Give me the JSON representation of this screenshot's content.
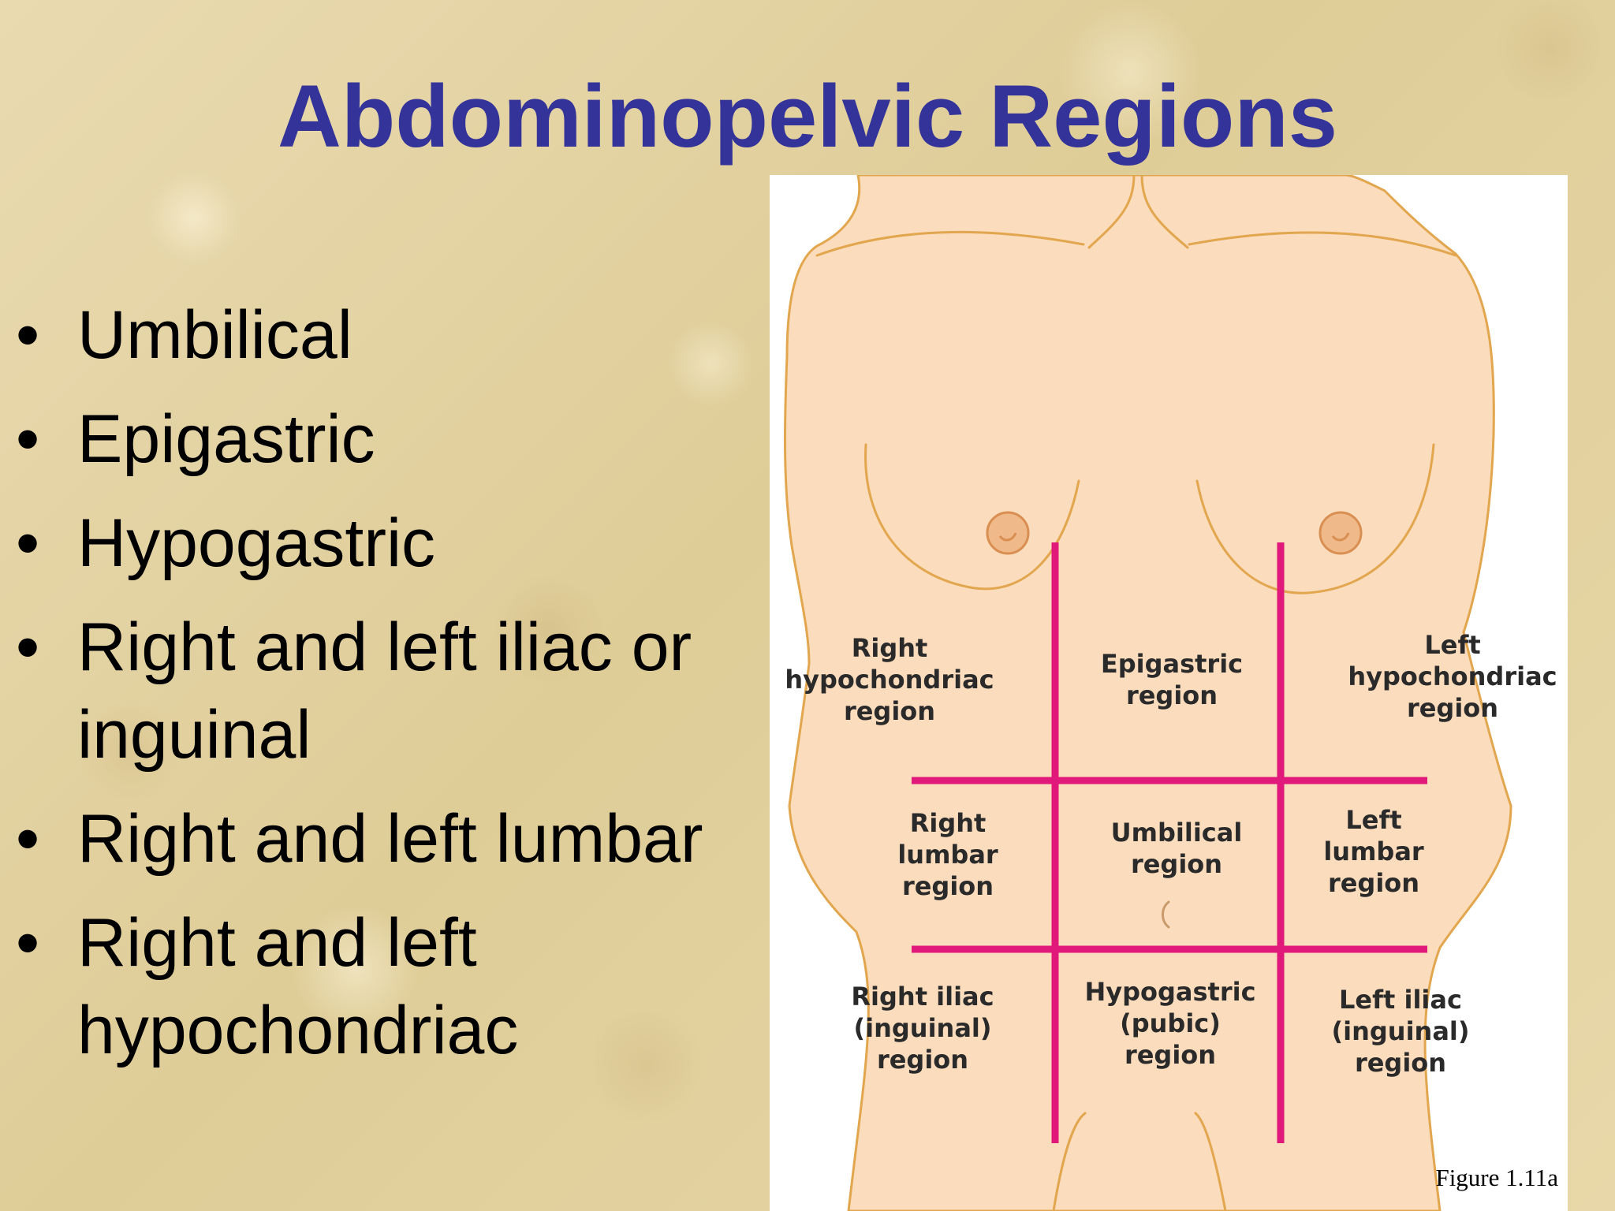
{
  "title": "Abdominopelvic Regions",
  "bullet_symbol": "•",
  "bullets": [
    "Umbilical",
    "Epigastric",
    "Hypogastric",
    "Right and left iliac or inguinal",
    "Right and left lumbar",
    "Right and left hypochondriac"
  ],
  "figure": {
    "regions": {
      "right_hypochondriac": "Right\nhypochondriac\nregion",
      "epigastric": "Epigastric\nregion",
      "left_hypochondriac": "Left\nhypochondriac\nregion",
      "right_lumbar": "Right\nlumbar\nregion",
      "umbilical": "Umbilical\nregion",
      "left_lumbar": "Left\nlumbar\nregion",
      "right_iliac": "Right iliac\n(inguinal)\nregion",
      "hypogastric": "Hypogastric\n(pubic)\nregion",
      "left_iliac": "Left iliac\n(inguinal)\nregion"
    },
    "caption": "Figure 1.11a",
    "colors": {
      "skin": "#fbdcbc",
      "outline": "#e2a64e",
      "grid_lines": "#e0197a",
      "nipple": "#f0b98a"
    }
  }
}
